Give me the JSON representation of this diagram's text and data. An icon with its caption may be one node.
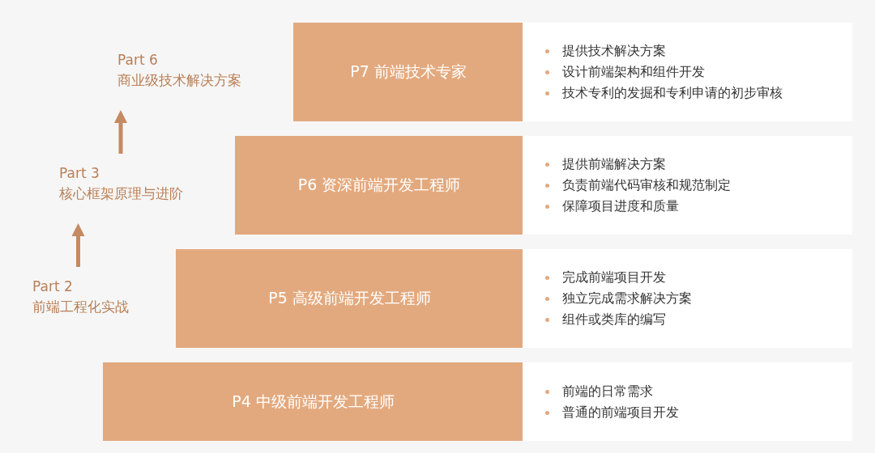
{
  "diagram": {
    "nodes": [
      {
        "text": [
          "Part 6",
          "商业级技术解决方案"
        ]
      },
      {
        "text": [
          "P7 前端技术专家"
        ]
      },
      {
        "text": [
          "提供技术解决方案",
          "设计前端架构和组件开发",
          "技术专利的发掘和专利申请的初步审核"
        ]
      },
      {
        "text": [
          "Part 3",
          "核心框架原理与进阶"
        ]
      },
      {
        "text": [
          "P6 资深前端开发工程师"
        ]
      },
      {
        "text": [
          "提供前端解决方案",
          "负责前端代码审核和规范制定",
          "保障项目进度和质量"
        ]
      },
      {
        "text": [
          "Part 2",
          "前端工程化实战"
        ]
      },
      {
        "text": [
          "P5 高级前端开发工程师"
        ]
      },
      {
        "text": [
          "完成前端项目开发",
          "独立完成需求解决方案",
          "组件或类库的编写"
        ]
      },
      {
        "text": [
          "P4 中级前端开发工程师"
        ]
      },
      {
        "text": [
          "前端的日常需求",
          "普通的前端项目开发"
        ]
      }
    ],
    "edges": [
      {
        "from": 6,
        "to": 3,
        "arrow": "to"
      },
      {
        "from": 3,
        "to": 0,
        "arrow": "to"
      }
    ]
  }
}
